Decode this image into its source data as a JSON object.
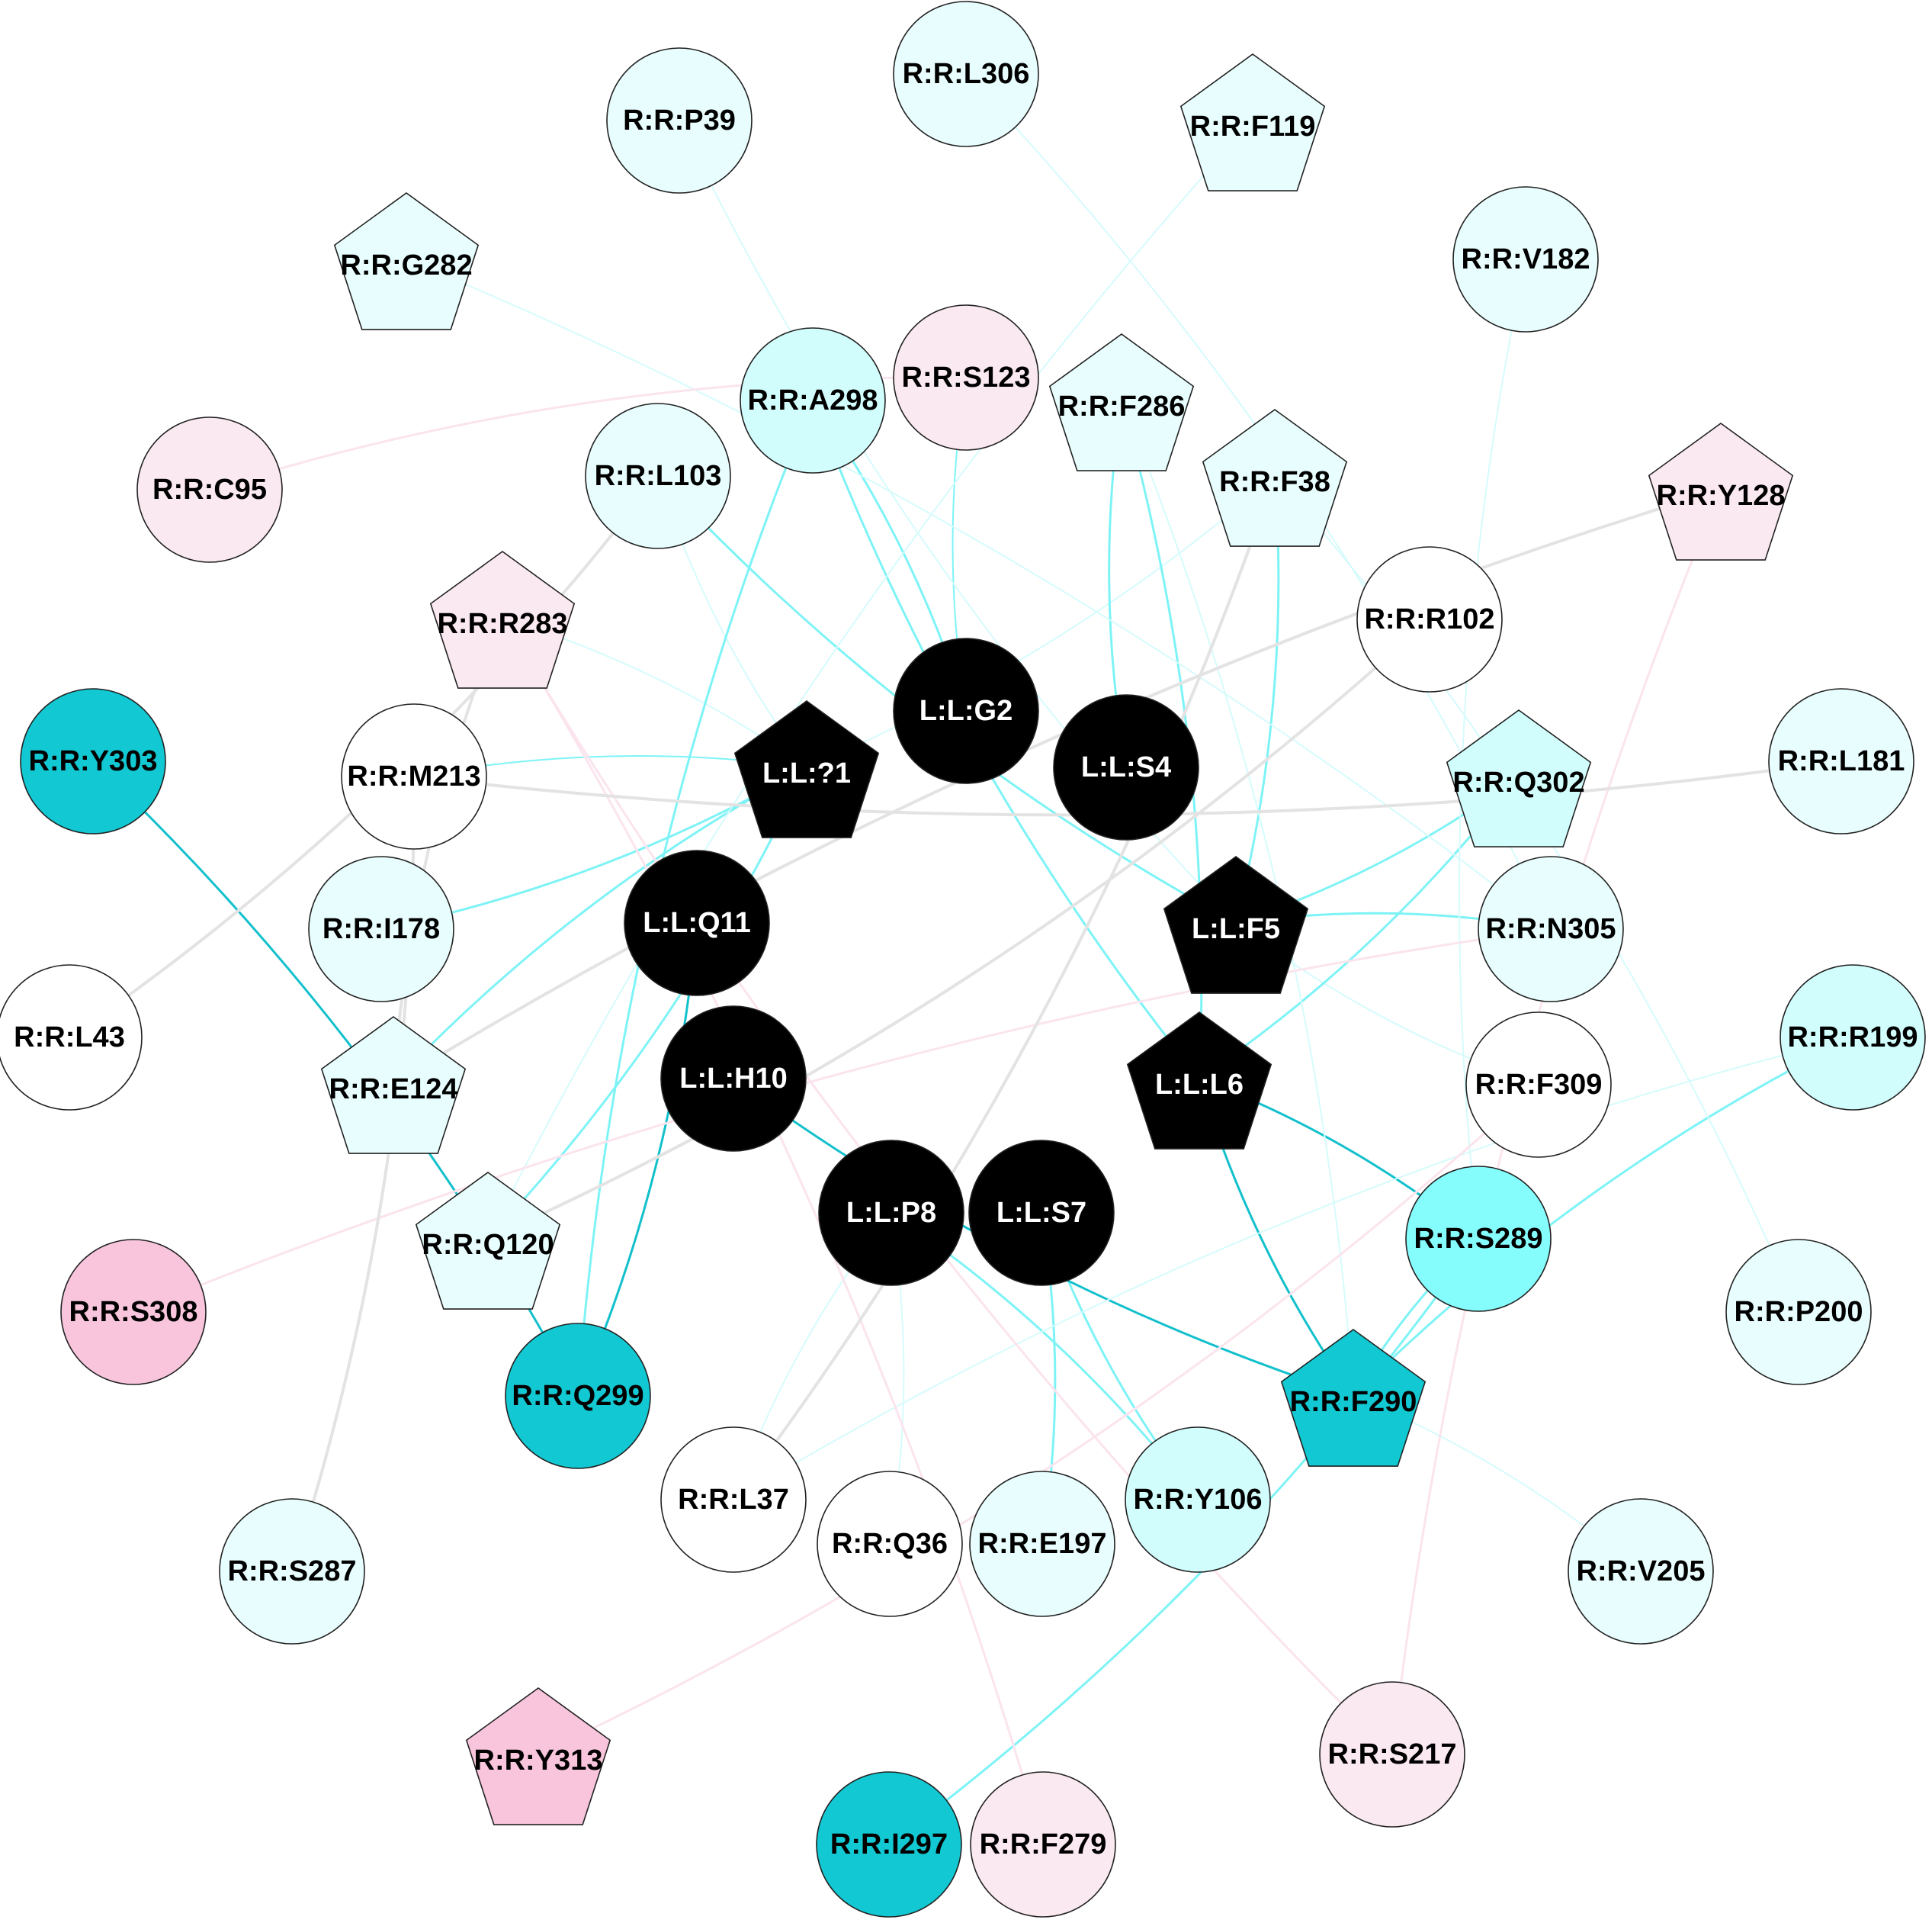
{
  "colors": {
    "black": "#000000",
    "teal": "#12c8d2",
    "cyan": "#86fdfd",
    "cyan_light": "#d2fdfd",
    "cyan_faint": "#e8fdfd",
    "white": "#ffffff",
    "pink_light": "#fbe9f1",
    "pink": "#f8c5dc",
    "edge_cyan": "#7ef3f6",
    "edge_cyan_faint": "#d6fbfc",
    "edge_teal": "#12c0cc",
    "edge_grey": "#e3e3e3",
    "edge_pink": "#fbe4ee"
  },
  "nodes": [
    {
      "id": "L:L:G2",
      "label": "L:L:G2",
      "shape": "circle",
      "fill": "black"
    },
    {
      "id": "L:L:?1",
      "label": "L:L:?1",
      "shape": "pentagon",
      "fill": "black"
    },
    {
      "id": "L:L:S4",
      "label": "L:L:S4",
      "shape": "circle",
      "fill": "black"
    },
    {
      "id": "L:L:F5",
      "label": "L:L:F5",
      "shape": "pentagon",
      "fill": "black"
    },
    {
      "id": "L:L:Q11",
      "label": "L:L:Q11",
      "shape": "circle",
      "fill": "black"
    },
    {
      "id": "L:L:L6",
      "label": "L:L:L6",
      "shape": "pentagon",
      "fill": "black"
    },
    {
      "id": "L:L:H10",
      "label": "L:L:H10",
      "shape": "circle",
      "fill": "black"
    },
    {
      "id": "L:L:P8",
      "label": "L:L:P8",
      "shape": "circle",
      "fill": "black"
    },
    {
      "id": "L:L:S7",
      "label": "L:L:S7",
      "shape": "circle",
      "fill": "black"
    },
    {
      "id": "R:R:L306",
      "label": "R:R:L306",
      "shape": "circle",
      "fill": "cyan_faint"
    },
    {
      "id": "R:R:P39",
      "label": "R:R:P39",
      "shape": "circle",
      "fill": "cyan_faint"
    },
    {
      "id": "R:R:F119",
      "label": "R:R:F119",
      "shape": "pentagon",
      "fill": "cyan_faint"
    },
    {
      "id": "R:R:G282",
      "label": "R:R:G282",
      "shape": "pentagon",
      "fill": "cyan_faint"
    },
    {
      "id": "R:R:V182",
      "label": "R:R:V182",
      "shape": "circle",
      "fill": "cyan_faint"
    },
    {
      "id": "R:R:A298",
      "label": "R:R:A298",
      "shape": "circle",
      "fill": "cyan_light"
    },
    {
      "id": "R:R:S123",
      "label": "R:R:S123",
      "shape": "circle",
      "fill": "pink_light"
    },
    {
      "id": "R:R:F286",
      "label": "R:R:F286",
      "shape": "pentagon",
      "fill": "cyan_faint"
    },
    {
      "id": "R:R:C95",
      "label": "R:R:C95",
      "shape": "circle",
      "fill": "pink_light"
    },
    {
      "id": "R:R:L103",
      "label": "R:R:L103",
      "shape": "circle",
      "fill": "cyan_faint"
    },
    {
      "id": "R:R:F38",
      "label": "R:R:F38",
      "shape": "pentagon",
      "fill": "cyan_faint"
    },
    {
      "id": "R:R:Y128",
      "label": "R:R:Y128",
      "shape": "pentagon",
      "fill": "pink_light"
    },
    {
      "id": "R:R:R283",
      "label": "R:R:R283",
      "shape": "pentagon",
      "fill": "pink_light"
    },
    {
      "id": "R:R:R102",
      "label": "R:R:R102",
      "shape": "circle",
      "fill": "white"
    },
    {
      "id": "R:R:Y303",
      "label": "R:R:Y303",
      "shape": "circle",
      "fill": "teal"
    },
    {
      "id": "R:R:M213",
      "label": "R:R:M213",
      "shape": "circle",
      "fill": "white"
    },
    {
      "id": "R:R:Q302",
      "label": "R:R:Q302",
      "shape": "pentagon",
      "fill": "cyan_light"
    },
    {
      "id": "R:R:L181",
      "label": "R:R:L181",
      "shape": "circle",
      "fill": "cyan_faint"
    },
    {
      "id": "R:R:I178",
      "label": "R:R:I178",
      "shape": "circle",
      "fill": "cyan_faint"
    },
    {
      "id": "R:R:N305",
      "label": "R:R:N305",
      "shape": "circle",
      "fill": "cyan_faint"
    },
    {
      "id": "R:R:L43",
      "label": "R:R:L43",
      "shape": "circle",
      "fill": "white"
    },
    {
      "id": "R:R:R199",
      "label": "R:R:R199",
      "shape": "circle",
      "fill": "cyan_light"
    },
    {
      "id": "R:R:E124",
      "label": "R:R:E124",
      "shape": "pentagon",
      "fill": "cyan_faint"
    },
    {
      "id": "R:R:F309",
      "label": "R:R:F309",
      "shape": "circle",
      "fill": "white"
    },
    {
      "id": "R:R:Q120",
      "label": "R:R:Q120",
      "shape": "pentagon",
      "fill": "cyan_faint"
    },
    {
      "id": "R:R:S289",
      "label": "R:R:S289",
      "shape": "circle",
      "fill": "cyan"
    },
    {
      "id": "R:R:S308",
      "label": "R:R:S308",
      "shape": "circle",
      "fill": "pink"
    },
    {
      "id": "R:R:P200",
      "label": "R:R:P200",
      "shape": "circle",
      "fill": "cyan_faint"
    },
    {
      "id": "R:R:Q299",
      "label": "R:R:Q299",
      "shape": "circle",
      "fill": "teal"
    },
    {
      "id": "R:R:F290",
      "label": "R:R:F290",
      "shape": "pentagon",
      "fill": "teal"
    },
    {
      "id": "R:R:L37",
      "label": "R:R:L37",
      "shape": "circle",
      "fill": "white"
    },
    {
      "id": "R:R:Q36",
      "label": "R:R:Q36",
      "shape": "circle",
      "fill": "white"
    },
    {
      "id": "R:R:E197",
      "label": "R:R:E197",
      "shape": "circle",
      "fill": "cyan_faint"
    },
    {
      "id": "R:R:Y106",
      "label": "R:R:Y106",
      "shape": "circle",
      "fill": "cyan_light"
    },
    {
      "id": "R:R:S287",
      "label": "R:R:S287",
      "shape": "circle",
      "fill": "cyan_faint"
    },
    {
      "id": "R:R:V205",
      "label": "R:R:V205",
      "shape": "circle",
      "fill": "cyan_faint"
    },
    {
      "id": "R:R:Y313",
      "label": "R:R:Y313",
      "shape": "pentagon",
      "fill": "pink"
    },
    {
      "id": "R:R:I297",
      "label": "R:R:I297",
      "shape": "circle",
      "fill": "teal"
    },
    {
      "id": "R:R:F279",
      "label": "R:R:F279",
      "shape": "circle",
      "fill": "pink_light"
    },
    {
      "id": "R:R:S217",
      "label": "R:R:S217",
      "shape": "circle",
      "fill": "pink_light"
    }
  ],
  "edges": [
    {
      "from": "L:L:?1",
      "to": "R:R:M213",
      "color": "edge_cyan",
      "weight": 2
    },
    {
      "from": "L:L:?1",
      "to": "R:R:I178",
      "color": "edge_cyan",
      "weight": 3
    },
    {
      "from": "L:L:?1",
      "to": "R:R:E124",
      "color": "edge_cyan",
      "weight": 3
    },
    {
      "from": "L:L:?1",
      "to": "R:R:Q120",
      "color": "edge_cyan",
      "weight": 3
    },
    {
      "from": "L:L:?1",
      "to": "R:R:R283",
      "color": "edge_cyan_faint",
      "weight": 2
    },
    {
      "from": "L:L:?1",
      "to": "R:R:L103",
      "color": "edge_cyan_faint",
      "weight": 2
    },
    {
      "from": "L:L:?1",
      "to": "R:R:F38",
      "color": "edge_cyan_faint",
      "weight": 2
    },
    {
      "from": "L:L:G2",
      "to": "R:R:S123",
      "color": "edge_cyan",
      "weight": 2
    },
    {
      "from": "L:L:G2",
      "to": "R:R:A298",
      "color": "edge_cyan",
      "weight": 3
    },
    {
      "from": "L:L:S4",
      "to": "R:R:F286",
      "color": "edge_cyan",
      "weight": 3
    },
    {
      "from": "L:L:F5",
      "to": "R:R:F38",
      "color": "edge_cyan",
      "weight": 3
    },
    {
      "from": "L:L:F5",
      "to": "R:R:N305",
      "color": "edge_cyan",
      "weight": 3
    },
    {
      "from": "L:L:F5",
      "to": "R:R:Q302",
      "color": "edge_cyan",
      "weight": 3
    },
    {
      "from": "L:L:F5",
      "to": "R:R:L103",
      "color": "edge_cyan",
      "weight": 3
    },
    {
      "from": "L:L:F5",
      "to": "R:R:F309",
      "color": "edge_cyan_faint",
      "weight": 2
    },
    {
      "from": "L:L:F5",
      "to": "R:R:P39",
      "color": "edge_cyan_faint",
      "weight": 2
    },
    {
      "from": "L:L:L6",
      "to": "R:R:F286",
      "color": "edge_cyan",
      "weight": 3
    },
    {
      "from": "L:L:L6",
      "to": "R:R:A298",
      "color": "edge_cyan",
      "weight": 3
    },
    {
      "from": "L:L:L6",
      "to": "R:R:Q302",
      "color": "edge_cyan",
      "weight": 3
    },
    {
      "from": "L:L:L6",
      "to": "R:R:S289",
      "color": "edge_teal",
      "weight": 3
    },
    {
      "from": "L:L:L6",
      "to": "R:R:F290",
      "color": "edge_teal",
      "weight": 3
    },
    {
      "from": "L:L:S7",
      "to": "R:R:E197",
      "color": "edge_cyan",
      "weight": 3
    },
    {
      "from": "L:L:S7",
      "to": "R:R:Y106",
      "color": "edge_cyan",
      "weight": 3
    },
    {
      "from": "L:L:P8",
      "to": "R:R:Q36",
      "color": "edge_cyan_faint",
      "weight": 2
    },
    {
      "from": "L:L:P8",
      "to": "R:R:L37",
      "color": "edge_cyan_faint",
      "weight": 2
    },
    {
      "from": "L:L:P8",
      "to": "R:R:Y106",
      "color": "edge_cyan",
      "weight": 3
    },
    {
      "from": "L:L:H10",
      "to": "R:R:F290",
      "color": "edge_teal",
      "weight": 3
    },
    {
      "from": "L:L:Q11",
      "to": "R:R:Q299",
      "color": "edge_teal",
      "weight": 3
    },
    {
      "from": "R:R:A298",
      "to": "R:R:Q299",
      "color": "edge_cyan",
      "weight": 3
    },
    {
      "from": "R:R:Y303",
      "to": "R:R:Q299",
      "color": "edge_teal",
      "weight": 3
    },
    {
      "from": "R:R:S289",
      "to": "R:R:F290",
      "color": "edge_cyan",
      "weight": 3
    },
    {
      "from": "R:R:S289",
      "to": "R:R:I297",
      "color": "edge_cyan",
      "weight": 3
    },
    {
      "from": "R:R:R199",
      "to": "R:R:F290",
      "color": "edge_cyan",
      "weight": 3
    },
    {
      "from": "R:R:F290",
      "to": "R:R:V205",
      "color": "edge_cyan_faint",
      "weight": 2
    },
    {
      "from": "R:R:F290",
      "to": "R:R:F286",
      "color": "edge_cyan_faint",
      "weight": 2
    },
    {
      "from": "R:R:L306",
      "to": "R:R:N305",
      "color": "edge_cyan_faint",
      "weight": 2
    },
    {
      "from": "R:R:F119",
      "to": "R:R:Q120",
      "color": "edge_cyan_faint",
      "weight": 2
    },
    {
      "from": "R:R:G282",
      "to": "R:R:N305",
      "color": "edge_cyan_faint",
      "weight": 2
    },
    {
      "from": "R:R:V182",
      "to": "R:R:S289",
      "color": "edge_cyan_faint",
      "weight": 2
    },
    {
      "from": "R:R:F38",
      "to": "R:R:P200",
      "color": "edge_cyan_faint",
      "weight": 2
    },
    {
      "from": "R:R:R199",
      "to": "R:R:L37",
      "color": "edge_cyan_faint",
      "weight": 2
    },
    {
      "from": "R:R:C95",
      "to": "R:R:S123",
      "color": "edge_pink",
      "weight": 3
    },
    {
      "from": "R:R:Y128",
      "to": "R:R:S217",
      "color": "edge_pink",
      "weight": 3
    },
    {
      "from": "R:R:R283",
      "to": "R:R:F279",
      "color": "edge_pink",
      "weight": 3
    },
    {
      "from": "R:R:R283",
      "to": "R:R:S217",
      "color": "edge_pink",
      "weight": 3
    },
    {
      "from": "R:R:S308",
      "to": "R:R:N305",
      "color": "edge_pink",
      "weight": 3
    },
    {
      "from": "R:R:Y313",
      "to": "R:R:F309",
      "color": "edge_pink",
      "weight": 3
    },
    {
      "from": "R:R:L103",
      "to": "R:R:L43",
      "color": "edge_grey",
      "weight": 4
    },
    {
      "from": "R:R:M213",
      "to": "R:R:L181",
      "color": "edge_grey",
      "weight": 4
    },
    {
      "from": "R:R:M213",
      "to": "R:R:S287",
      "color": "edge_grey",
      "weight": 4
    },
    {
      "from": "R:R:R283",
      "to": "R:R:E124",
      "color": "edge_grey",
      "weight": 4
    },
    {
      "from": "R:R:R102",
      "to": "R:R:Q120",
      "color": "edge_grey",
      "weight": 4
    },
    {
      "from": "R:R:Y128",
      "to": "R:R:E124",
      "color": "edge_grey",
      "weight": 4
    },
    {
      "from": "R:R:F38",
      "to": "R:R:L37",
      "color": "edge_grey",
      "weight": 4
    }
  ]
}
